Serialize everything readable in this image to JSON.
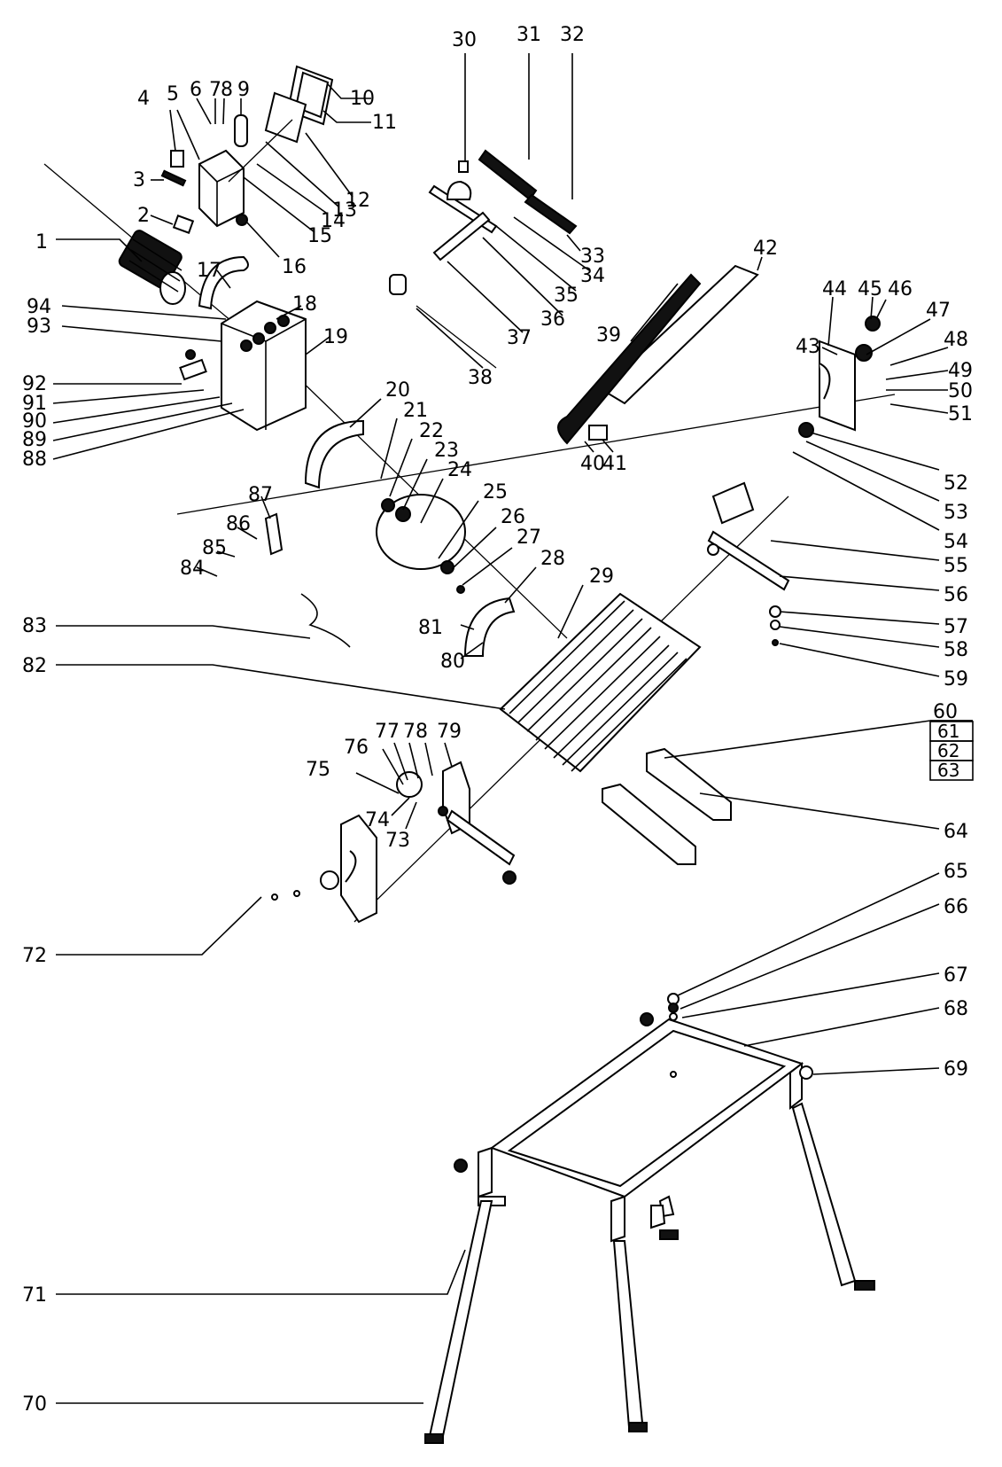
{
  "diagram": {
    "labels": [
      "1",
      "2",
      "3",
      "4",
      "5",
      "6",
      "7",
      "8",
      "9",
      "10",
      "11",
      "12",
      "13",
      "14",
      "15",
      "16",
      "17",
      "18",
      "19",
      "20",
      "21",
      "22",
      "23",
      "24",
      "25",
      "26",
      "27",
      "28",
      "29",
      "30",
      "31",
      "32",
      "33",
      "34",
      "35",
      "36",
      "37",
      "38",
      "39",
      "40",
      "41",
      "42",
      "43",
      "44",
      "45",
      "46",
      "47",
      "48",
      "49",
      "50",
      "51",
      "52",
      "53",
      "54",
      "55",
      "56",
      "57",
      "58",
      "59",
      "60",
      "61",
      "62",
      "63",
      "64",
      "65",
      "66",
      "67",
      "68",
      "69",
      "70",
      "71",
      "72",
      "73",
      "74",
      "75",
      "76",
      "77",
      "78",
      "79",
      "80",
      "81",
      "82",
      "83",
      "84",
      "85",
      "86",
      "87",
      "88",
      "89",
      "90",
      "91",
      "92",
      "93",
      "94"
    ]
  }
}
